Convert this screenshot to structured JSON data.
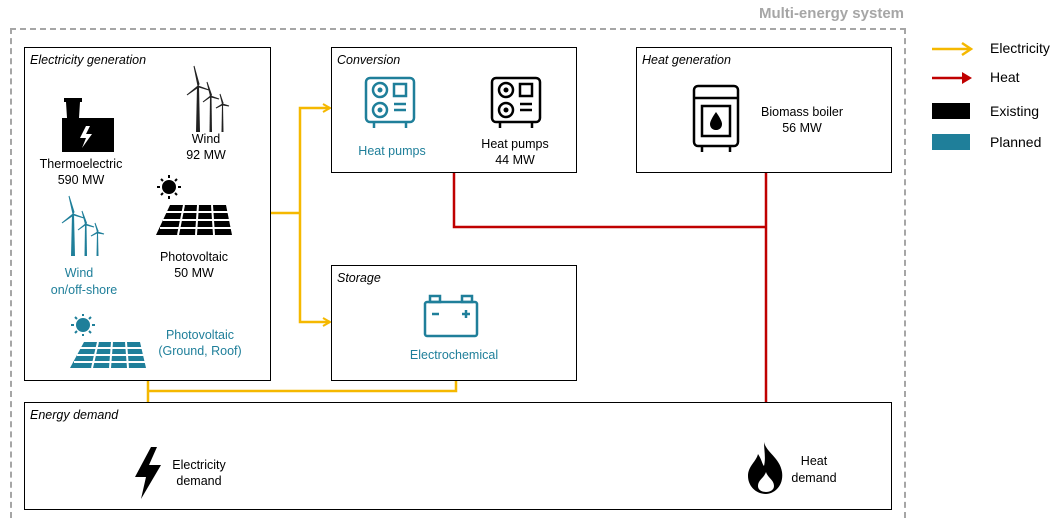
{
  "system_title": "Multi-energy system",
  "legend": {
    "electricity": "Electricity",
    "heat": "Heat",
    "existing": "Existing",
    "planned": "Planned"
  },
  "colors": {
    "electricity": "#f5b800",
    "heat": "#c00000",
    "existing": "#000000",
    "planned": "#1f7f9a",
    "dashed_border": "#a6a6a6"
  },
  "electricity_generation": {
    "title": "Electricity generation",
    "thermoelectric": {
      "name": "Thermoelectric",
      "capacity": "590 MW",
      "icon": "factory-icon"
    },
    "wind": {
      "name": "Wind",
      "capacity": "92 MW",
      "icon": "wind-turbine-icon"
    },
    "photovoltaic": {
      "name": "Photovoltaic",
      "capacity": "50 MW",
      "icon": "solar-panel-icon"
    },
    "wind_planned": {
      "name": "Wind",
      "detail": "on/off-shore",
      "icon": "wind-turbine-icon"
    },
    "pv_planned": {
      "name": "Photovoltaic",
      "detail": "(Ground, Roof)",
      "icon": "solar-panel-icon"
    }
  },
  "conversion": {
    "title": "Conversion",
    "hp_planned": {
      "name": "Heat pumps",
      "icon": "heat-pump-icon"
    },
    "hp_existing": {
      "name": "Heat pumps",
      "capacity": "44 MW",
      "icon": "heat-pump-icon"
    }
  },
  "heat_generation": {
    "title": "Heat generation",
    "boiler": {
      "name": "Biomass boiler",
      "capacity": "56 MW",
      "icon": "boiler-icon"
    }
  },
  "storage": {
    "title": "Storage",
    "battery": {
      "name": "Electrochemical",
      "icon": "battery-icon"
    }
  },
  "energy_demand": {
    "title": "Energy demand",
    "electricity": {
      "line1": "Electricity",
      "line2": "demand",
      "icon": "lightning-icon"
    },
    "heat": {
      "line1": "Heat",
      "line2": "demand",
      "icon": "flame-icon"
    }
  }
}
